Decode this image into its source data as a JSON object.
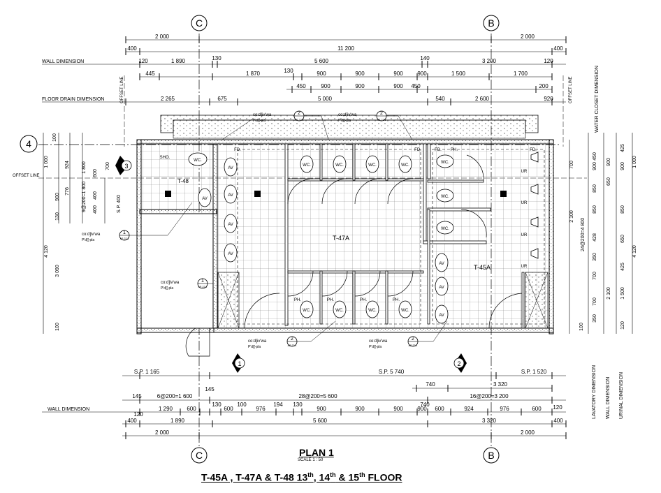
{
  "grid_bubbles": {
    "c": "C",
    "b": "B",
    "four": "4"
  },
  "labels": {
    "wall_dimension": "WALL   DIMENSION",
    "floor_drain_dimension": "FLOOR DRAIN   DIMENSION",
    "offset_line": "OFFSET LINE",
    "water_closet_dimension": "WATER CLOSET DIMENSION",
    "lavatory_dimension": "LAVATORY DIMENSION",
    "wall_dimension_side": "WALL   DIMENSION",
    "urinal_dimension": "URINAL DIMENSION",
    "room_t47a": "T-47A",
    "room_t45a": "T-45A",
    "room_t48": "T-48",
    "fixtures": {
      "wc": "WC.",
      "av": "AV",
      "ur": "UR",
      "fd": "FD.",
      "sho": "SHO.",
      "ph": "PH."
    }
  },
  "dims_top": {
    "grid_c": "2 000",
    "grid_b": "2 000",
    "edge": "400",
    "overall": "11 200",
    "r1": [
      "120",
      "1 890",
      "130",
      "5 600",
      "140",
      "3 200",
      "120"
    ],
    "r2a": [
      "445",
      "1 870",
      "130"
    ],
    "r2b": [
      "900",
      "900",
      "900",
      "900",
      "1 500",
      "1 700"
    ],
    "r3": [
      "450",
      "900",
      "900",
      "900",
      "450",
      "200"
    ],
    "fd": [
      "2 265",
      "675",
      "5 000",
      "540",
      "2 600",
      "920"
    ]
  },
  "dims_bottom": {
    "sp": [
      "S.P. 1 165",
      "S.P. 5 740",
      "S.P. 1 520"
    ],
    "r1": [
      "740",
      "3 320"
    ],
    "r2": [
      "145",
      "6@200=1 600",
      "28@200=5 600",
      "16@200=3 200",
      "145"
    ],
    "r3": [
      "120",
      "1 290",
      "600",
      "130",
      "600",
      "100",
      "976",
      "194",
      "130",
      "900",
      "900",
      "900",
      "900",
      "740",
      "600",
      "924",
      "976",
      "600",
      "120"
    ],
    "r4": [
      "400",
      "1 890",
      "5 600",
      "3 320",
      "400"
    ],
    "grid": [
      "2 000",
      "2 000"
    ]
  },
  "dims_left": [
    "100",
    "1 000",
    "924",
    "1 800",
    "600",
    "700",
    "900",
    "776",
    "9@200=1 800",
    "400",
    "400",
    "130",
    "S.P. 400",
    "4 120",
    "3 090",
    "100"
  ],
  "dims_right": [
    "450",
    "900",
    "850",
    "850",
    "428",
    "900",
    "650",
    "350",
    "700",
    "700",
    "350",
    "100",
    "425",
    "900",
    "850",
    "650",
    "425",
    "1 500",
    "120",
    "700",
    "2 100",
    "24@200=4 800",
    "2 100",
    "1 000",
    "4 120"
  ],
  "callouts": {
    "num_1": "1",
    "num_2": "2",
    "num_3": "3",
    "sheet": "AP-22.1",
    "dash_text": "co:d]iv'wa",
    "sub_text": "P'd[[-pla"
  },
  "title": {
    "plan": "PLAN   1",
    "scale": "SCALE     1 : 50",
    "line_main": "T-45A , T-47A & T-48  13",
    "sup": "th",
    "sep": ", 14",
    "sep2": " & 15",
    "floor": " FLOOR"
  }
}
